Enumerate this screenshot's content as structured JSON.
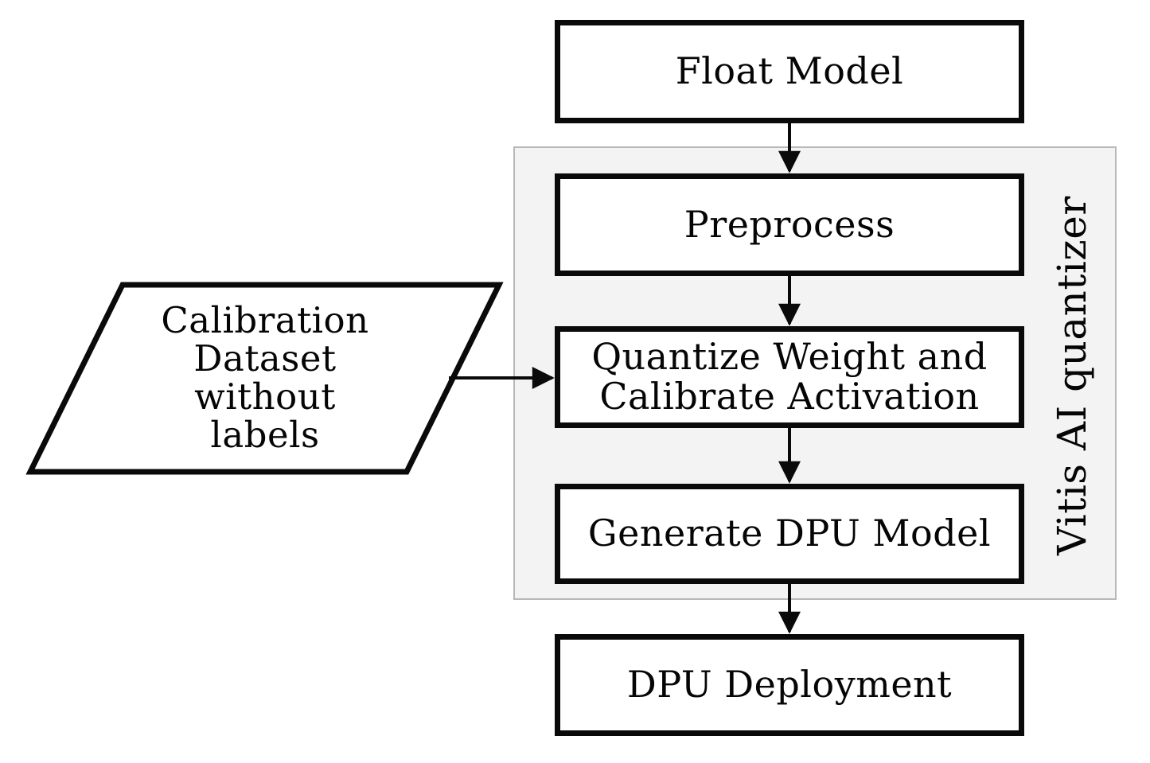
{
  "diagram": {
    "nodes": {
      "float_model": {
        "label": "Float Model",
        "shape": "rectangle"
      },
      "preprocess": {
        "label": "Preprocess",
        "shape": "rectangle"
      },
      "quantize": {
        "label": "Quantize Weight and\nCalibrate Activation",
        "shape": "rectangle"
      },
      "generate": {
        "label": "Generate DPU Model",
        "shape": "rectangle"
      },
      "dpu_deployment": {
        "label": "DPU Deployment",
        "shape": "rectangle"
      },
      "calibration_dataset": {
        "label": "Calibration\nDataset\nwithout\nlabels",
        "shape": "parallelogram"
      }
    },
    "container": {
      "label": "Vitis AI quantizer"
    },
    "edges": [
      {
        "from": "float_model",
        "to": "preprocess"
      },
      {
        "from": "preprocess",
        "to": "quantize"
      },
      {
        "from": "quantize",
        "to": "generate"
      },
      {
        "from": "generate",
        "to": "dpu_deployment"
      },
      {
        "from": "calibration_dataset",
        "to": "quantize"
      }
    ],
    "colors": {
      "node_border": "#0a0a0a",
      "node_fill": "#ffffff",
      "container_fill": "#f2f3f2",
      "container_border": "#b6b9b9",
      "arrow": "#0a0a0a",
      "text": "#050505",
      "background": "#ffffff"
    }
  }
}
